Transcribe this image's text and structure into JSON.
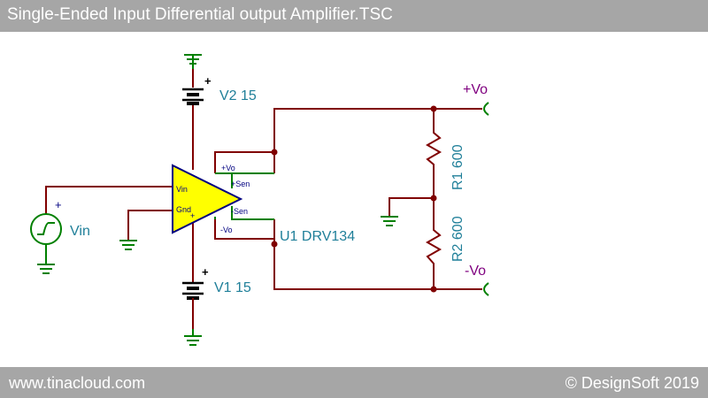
{
  "title": "Single-Ended Input Differential output Amplifier.TSC",
  "footer": {
    "website": "www.tinacloud.com",
    "copyright": "© DesignSoft 2019"
  },
  "components": {
    "v2": {
      "label": "V2 15",
      "polarity": "+"
    },
    "v1": {
      "label": "V1 15",
      "polarity": "+"
    },
    "vin": {
      "label": "Vin",
      "polarity": "+"
    },
    "u1": {
      "label": "U1 DRV134"
    },
    "r1": {
      "label": "R1 600"
    },
    "r2": {
      "label": "R2 600"
    }
  },
  "pins": {
    "vin": "Vin",
    "gnd": "Gnd",
    "plus": "+",
    "pos_out": "+Vo",
    "pos_sen": "+Sen",
    "neg_sen": "-Sen",
    "neg_out": "-Vo"
  },
  "outputs": {
    "positive": "+Vo",
    "negative": "-Vo"
  },
  "colors": {
    "wire": "#800000",
    "label": "#1f7f99",
    "pin_wire": "#008000",
    "opamp_fill": "#ffff00",
    "opamp_stroke": "#000080",
    "ground": "#008000",
    "output_label": "#7f007f",
    "header_bg": "#a6a6a6"
  }
}
